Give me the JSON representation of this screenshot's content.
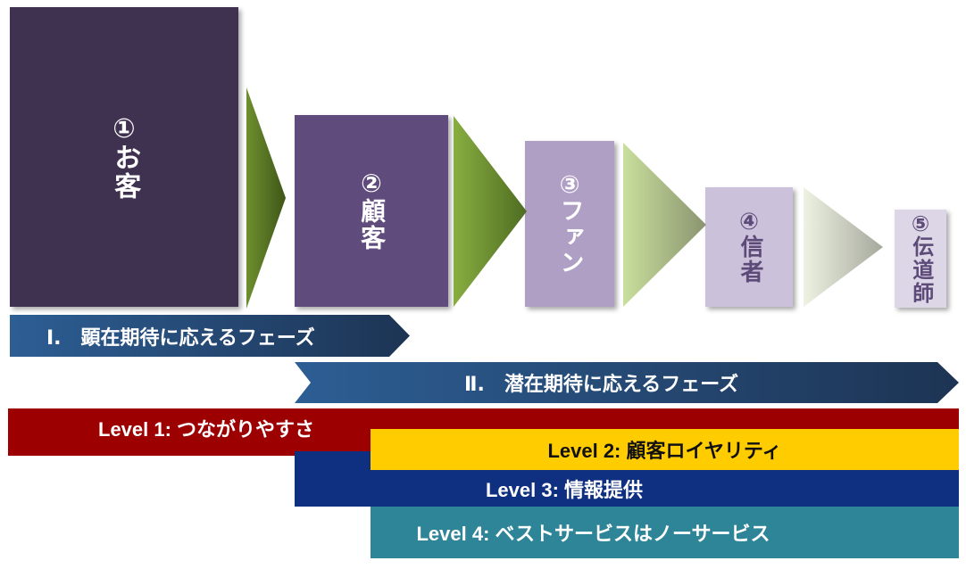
{
  "stages": [
    {
      "num": "①",
      "label": "お客",
      "bg": "#3f3150",
      "fg": "#ffffff"
    },
    {
      "num": "②",
      "label": "顧客",
      "bg": "#5f4b7c",
      "fg": "#ffffff"
    },
    {
      "num": "③",
      "label": "ファン",
      "bg": "#b09fc4",
      "fg": "#ffffff"
    },
    {
      "num": "④",
      "label": "信者",
      "bg": "#cbc1da",
      "fg": "#5c4a78"
    },
    {
      "num": "⑤",
      "label": "伝道師",
      "bg": "#dcd6e6",
      "fg": "#5c4a78"
    }
  ],
  "phases": [
    {
      "label": "Ⅰ.　顕在期待に応えるフェーズ"
    },
    {
      "label": "Ⅱ.　潜在期待に応えるフェーズ"
    }
  ],
  "levels": [
    {
      "label": "Level 1: つながりやすさ",
      "bg": "#9c0000",
      "fg": "#ffffff"
    },
    {
      "label": "Level 2: 顧客ロイヤリティ",
      "bg": "#ffcc00",
      "fg": "#111111"
    },
    {
      "label": "Level 3: 情報提供",
      "bg": "#0f2f80",
      "fg": "#ffffff"
    },
    {
      "label": "Level 4: ベストサービスはノーサービス",
      "bg": "#2f8598",
      "fg": "#ffffff"
    }
  ]
}
